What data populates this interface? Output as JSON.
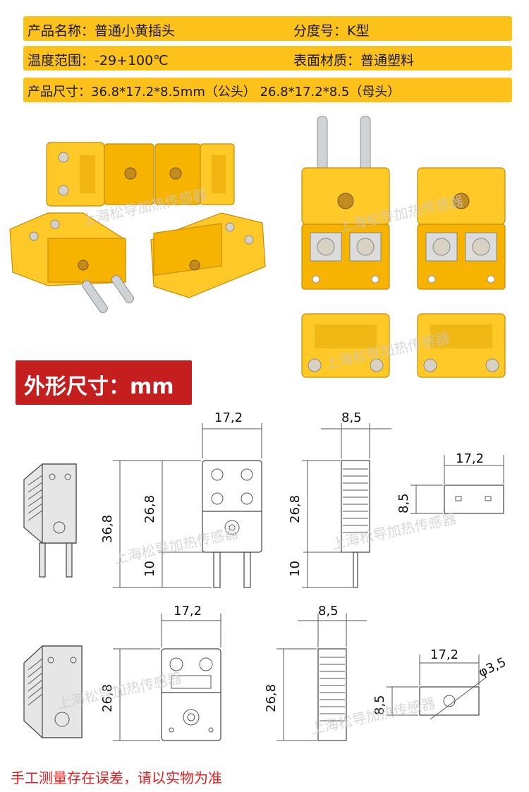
{
  "spec_bar": {
    "row1_left": "产品名称：普通小黄插头",
    "row1_right": "分度号：K型",
    "row2_left": "温度范围：-29+100℃",
    "row2_right": "表面材质：普通塑料",
    "row3": "产品尺寸：36.8*17.2*8.5mm（公头） 26.8*17.2*8.5（母头）"
  },
  "section_title": "外形尺寸：mm",
  "watermark": "上海松导加热传感器",
  "dimensions": {
    "male_width": "17,2",
    "male_depth": "8,5",
    "male_total_height": "36,8",
    "male_body_height": "26,8",
    "male_body_height_side": "26,8",
    "male_pin_length": "10",
    "male_pin_length_side": "10",
    "male_top_width": "17,2",
    "male_top_depth": "8,5",
    "female_width": "17,2",
    "female_depth": "8,5",
    "female_height": "26,8",
    "female_height_side": "26,8",
    "female_top_width": "17,2",
    "female_top_depth": "8,5",
    "female_hole": "φ3,5"
  },
  "footer_note": "手工测量存在误差，请以实物为准",
  "colors": {
    "bar_yellow": "#fcc21b",
    "section_red": "#c41e1e",
    "footer_red": "#e02020",
    "plug_yellow": "#f6b400"
  }
}
